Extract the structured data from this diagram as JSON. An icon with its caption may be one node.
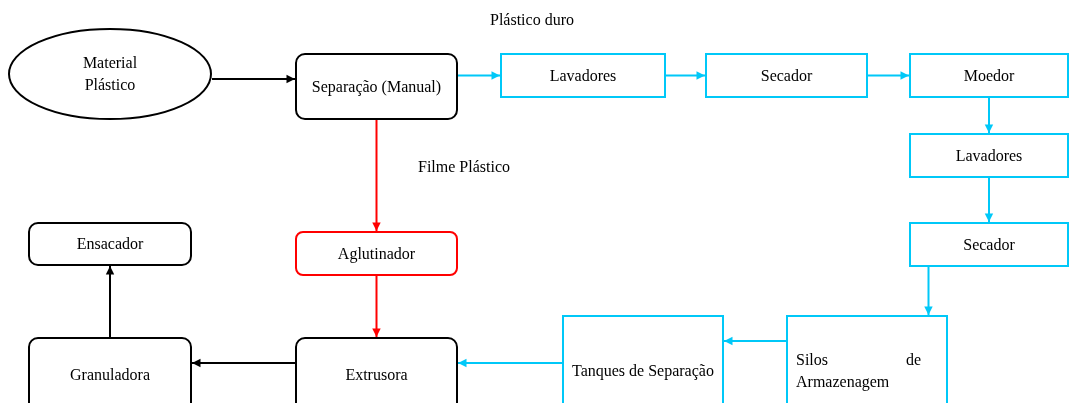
{
  "diagram": {
    "nodes": [
      {
        "text": [
          "Material Plástico"
        ]
      },
      {
        "text": [
          "Separação (Manual)"
        ]
      },
      {
        "text": [
          "Lavadores"
        ]
      },
      {
        "text": [
          "Secador"
        ]
      },
      {
        "text": [
          "Moedor"
        ]
      },
      {
        "text": [
          "Lavadores"
        ]
      },
      {
        "text": [
          "Secador"
        ]
      },
      {
        "text": [
          "Silos de Armazenagem"
        ]
      },
      {
        "text": [
          "Tanques de Separação"
        ]
      },
      {
        "text": [
          "Extrusora"
        ]
      },
      {
        "text": [
          "Granuladora"
        ]
      },
      {
        "text": [
          "Ensacador"
        ]
      },
      {
        "text": [
          "Aglutinador"
        ]
      }
    ],
    "edges": [
      {
        "from": 0,
        "to": 1,
        "arrow": "to",
        "color": "#000000"
      },
      {
        "from": 1,
        "to": 2,
        "arrow": "to"
      },
      {
        "from": 2,
        "to": 3,
        "arrow": "to"
      },
      {
        "from": 3,
        "to": 4,
        "arrow": "to"
      },
      {
        "from": 4,
        "to": 5,
        "arrow": "to"
      },
      {
        "from": 5,
        "to": 6,
        "arrow": "to"
      },
      {
        "from": 6,
        "to": 7,
        "arrow": "to"
      },
      {
        "from": 7,
        "to": 8,
        "arrow": "to"
      },
      {
        "from": 8,
        "to": 9,
        "arrow": "to"
      },
      {
        "from": 9,
        "to": 10,
        "arrow": "to",
        "color": "#000000"
      },
      {
        "from": 10,
        "to": 11,
        "arrow": "to",
        "color": "#000000"
      },
      {
        "from": 1,
        "to": 12,
        "arrow": "to",
        "color": "#ff0000"
      },
      {
        "from": 12,
        "to": 9,
        "arrow": "to",
        "color": "#ff0000"
      }
    ],
    "labels": [
      "Plástico duro",
      "Filme Plástico"
    ]
  }
}
